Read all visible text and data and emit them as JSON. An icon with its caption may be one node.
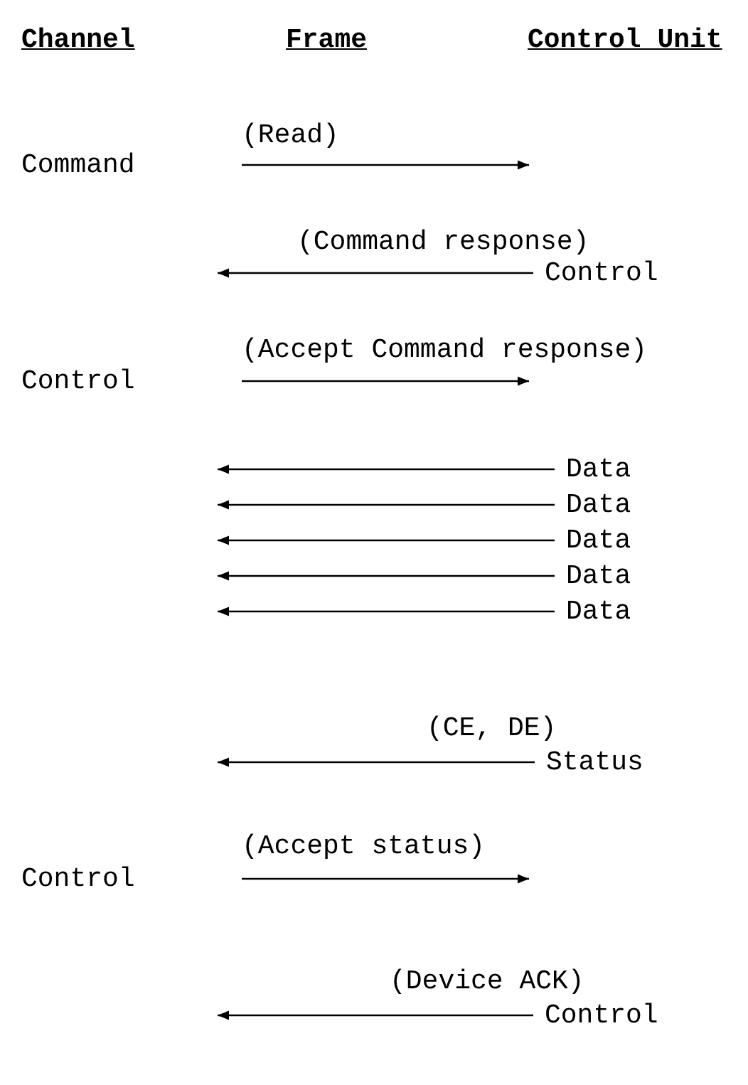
{
  "diagram": {
    "nodes": [
      {
        "text": [
          "Command"
        ]
      },
      {
        "text": [
          "Control"
        ]
      },
      {
        "text": [
          "Control"
        ]
      },
      {
        "text": [
          "Data"
        ]
      },
      {
        "text": [
          "Data"
        ]
      },
      {
        "text": [
          "Data"
        ]
      },
      {
        "text": [
          "Data"
        ]
      },
      {
        "text": [
          "Data"
        ]
      },
      {
        "text": [
          "Status"
        ]
      },
      {
        "text": [
          "Control"
        ]
      },
      {
        "text": [
          "Control"
        ]
      }
    ],
    "edges": [
      {
        "from": 0,
        "to": null,
        "arrow": "to",
        "label": "(Read)"
      },
      {
        "from": 1,
        "to": null,
        "arrow": "to",
        "label": "(Command response)"
      },
      {
        "from": 2,
        "to": null,
        "arrow": "to",
        "label": "(Accept Command response)"
      },
      {
        "from": 3,
        "to": null,
        "arrow": "to"
      },
      {
        "from": 4,
        "to": null,
        "arrow": "to"
      },
      {
        "from": 5,
        "to": null,
        "arrow": "to"
      },
      {
        "from": 6,
        "to": null,
        "arrow": "to"
      },
      {
        "from": 7,
        "to": null,
        "arrow": "to"
      },
      {
        "from": 8,
        "to": null,
        "arrow": "to",
        "label": "(CE, DE)"
      },
      {
        "from": 9,
        "to": null,
        "arrow": "to",
        "label": "(Accept status)"
      },
      {
        "from": 10,
        "to": null,
        "arrow": "to",
        "label": "(Device ACK)"
      }
    ],
    "labels": [
      "Channel",
      "Frame",
      "Control Unit"
    ]
  }
}
